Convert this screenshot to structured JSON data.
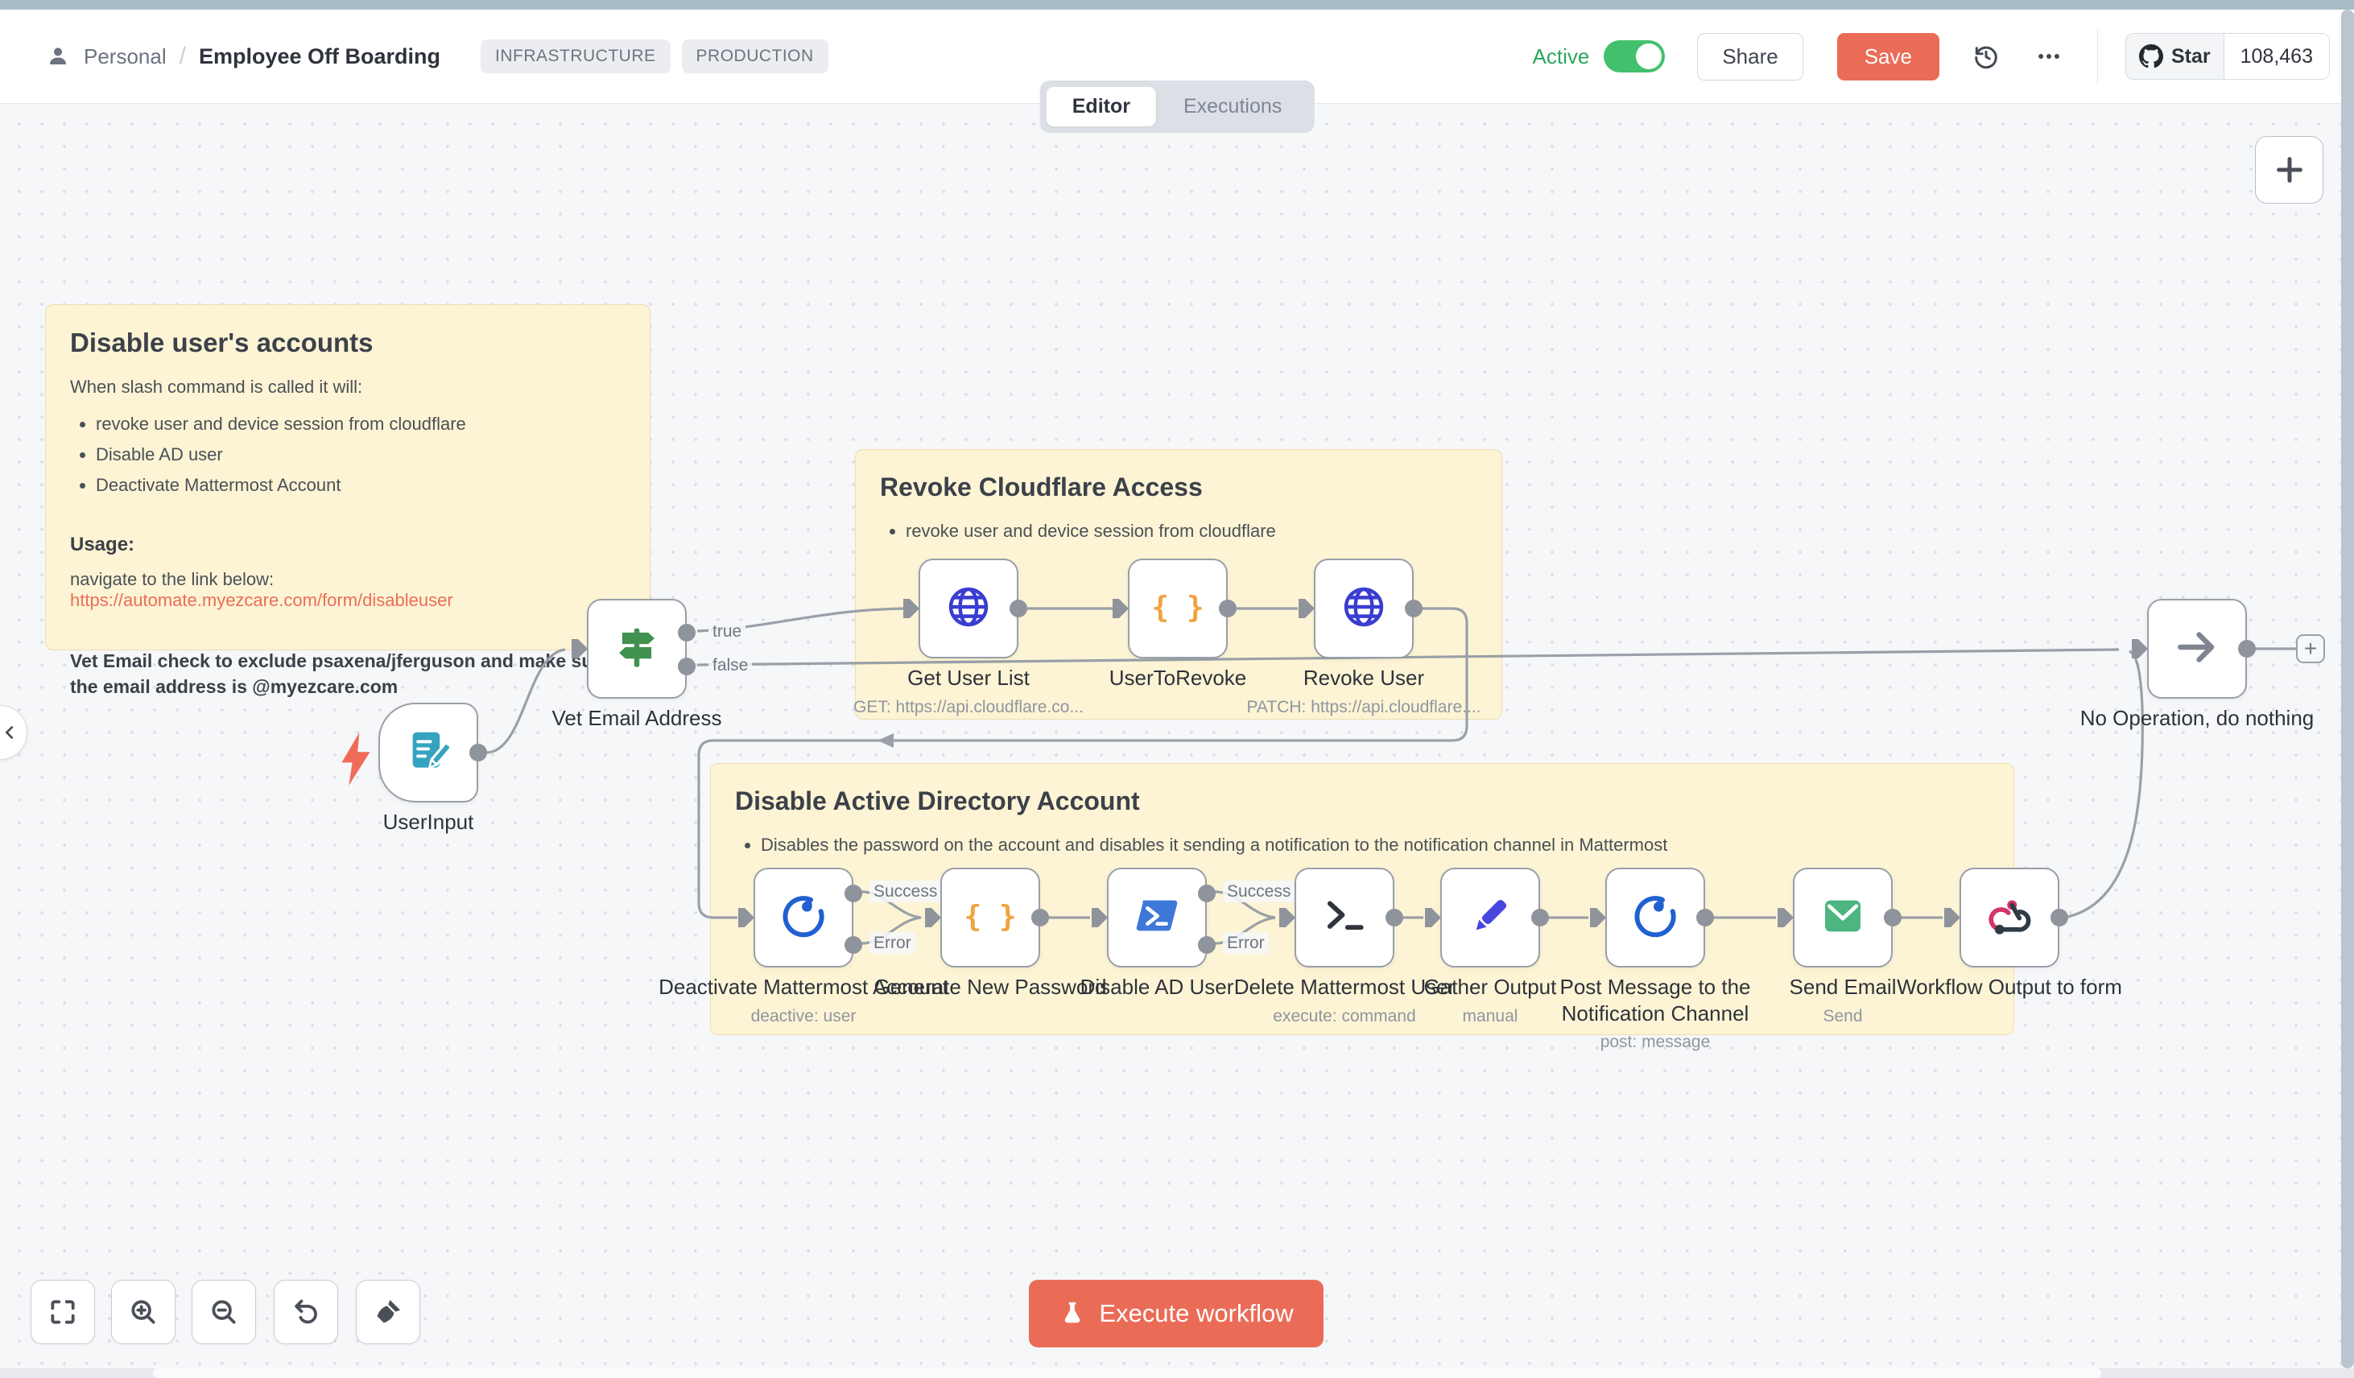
{
  "topbar": {
    "breadcrumb": {
      "project": "Personal",
      "separator": "/",
      "title": "Employee Off Boarding"
    },
    "tags": [
      "INFRASTRUCTURE",
      "PRODUCTION"
    ],
    "active_label": "Active",
    "share_label": "Share",
    "save_label": "Save",
    "github": {
      "star_label": "Star",
      "star_count": "108,463"
    }
  },
  "tabs": {
    "editor": "Editor",
    "executions": "Executions"
  },
  "stickies": {
    "disable_accounts": {
      "title": "Disable user's accounts",
      "intro": "When slash command is called it will:",
      "bullets": [
        "revoke user and device session from cloudflare",
        "Disable AD user",
        "Deactivate Mattermost Account"
      ],
      "usage_label": "Usage:",
      "usage_text": "navigate to the link below: ",
      "usage_link": "https://automate.myezcare.com/form/disableuser",
      "note": "Vet Email check to exclude psaxena/jferguson and make sure the email address is @myezcare.com"
    },
    "revoke_cloudflare": {
      "title": "Revoke Cloudflare Access",
      "bullets": [
        "revoke user and device session from cloudflare"
      ]
    },
    "disable_ad": {
      "title": "Disable Active Directory Account",
      "bullets": [
        "Disables the password on the account and disables it sending a notification to the notification channel in Mattermost"
      ]
    }
  },
  "nodes": {
    "user_input": {
      "label": "UserInput"
    },
    "vet_email": {
      "label": "Vet Email Address"
    },
    "get_user_list": {
      "label": "Get User List",
      "sublabel": "GET: https://api.cloudflare.co..."
    },
    "user_to_revoke": {
      "label": "UserToRevoke"
    },
    "revoke_user": {
      "label": "Revoke User",
      "sublabel": "PATCH: https://api.cloudflare...."
    },
    "no_operation": {
      "label": "No Operation, do nothing"
    },
    "deactivate_mattermost": {
      "label": "Deactivate Mattermost Account",
      "sublabel": "deactive: user"
    },
    "generate_password": {
      "label": "Generate New Password"
    },
    "disable_ad_user": {
      "label": "Disable AD User"
    },
    "delete_mattermost_user": {
      "label": "Delete Mattermost User",
      "sublabel": "execute: command"
    },
    "gather_output": {
      "label": "Gather Output",
      "sublabel": "manual"
    },
    "post_message": {
      "label": "Post Message to the Notification Channel",
      "sublabel": "post: message"
    },
    "send_email": {
      "label": "Send Email",
      "sublabel": "Send"
    },
    "workflow_output": {
      "label": "Workflow Output to form"
    }
  },
  "connection_labels": {
    "true": "true",
    "false": "false",
    "success": "Success",
    "error": "Error"
  },
  "controls": {
    "execute_label": "Execute workflow"
  },
  "colors": {
    "accent": "#ea6c57",
    "active_green": "#2da55e",
    "sticky_bg": "#fcf4d4",
    "link": "#ed6c58",
    "node_border": "#999ea8"
  }
}
